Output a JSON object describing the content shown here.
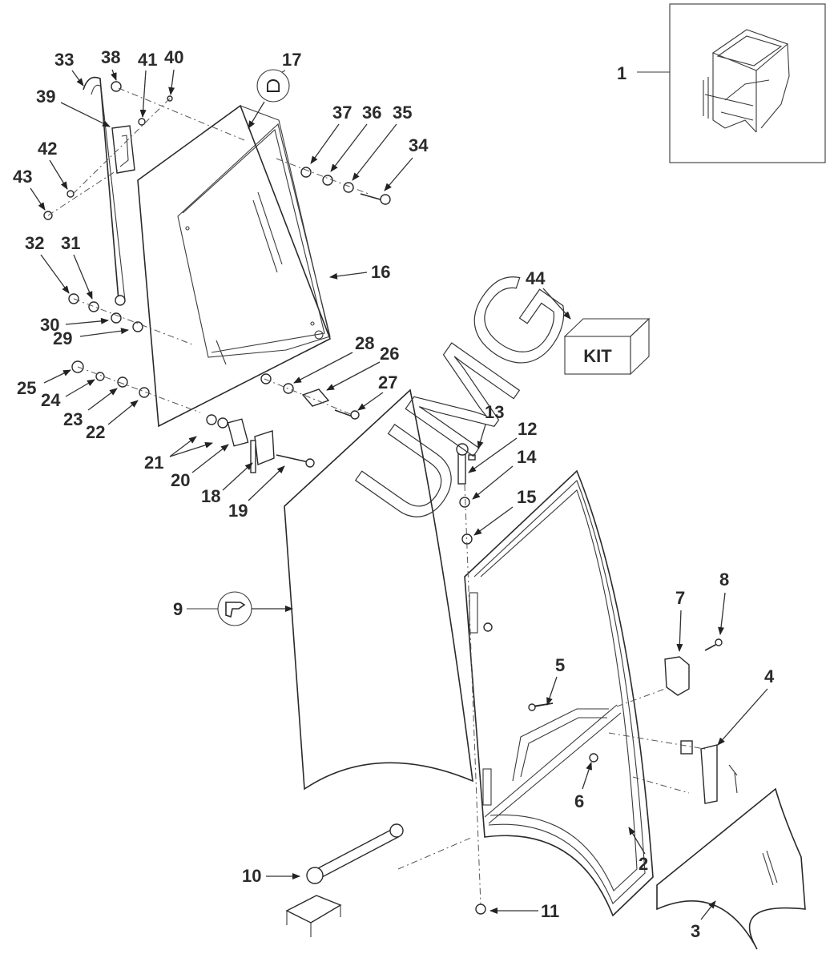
{
  "diagram": {
    "type": "exploded-parts-diagram",
    "subject": "cab door assembly",
    "watermark": "UMG",
    "kit_box_text": "KIT",
    "symbols": {
      "17": "sealant-symbol",
      "9": "sealant-gun-symbol"
    },
    "callouts": [
      {
        "id": "1",
        "text": "1"
      },
      {
        "id": "2",
        "text": "2"
      },
      {
        "id": "3",
        "text": "3"
      },
      {
        "id": "4",
        "text": "4"
      },
      {
        "id": "5",
        "text": "5"
      },
      {
        "id": "6",
        "text": "6"
      },
      {
        "id": "7",
        "text": "7"
      },
      {
        "id": "8",
        "text": "8"
      },
      {
        "id": "9",
        "text": "9"
      },
      {
        "id": "10",
        "text": "10"
      },
      {
        "id": "11",
        "text": "11"
      },
      {
        "id": "12",
        "text": "12"
      },
      {
        "id": "13",
        "text": "13"
      },
      {
        "id": "14",
        "text": "14"
      },
      {
        "id": "15",
        "text": "15"
      },
      {
        "id": "16",
        "text": "16"
      },
      {
        "id": "17",
        "text": "17"
      },
      {
        "id": "18",
        "text": "18"
      },
      {
        "id": "19",
        "text": "19"
      },
      {
        "id": "20",
        "text": "20"
      },
      {
        "id": "21",
        "text": "21"
      },
      {
        "id": "22",
        "text": "22"
      },
      {
        "id": "23",
        "text": "23"
      },
      {
        "id": "24",
        "text": "24"
      },
      {
        "id": "25",
        "text": "25"
      },
      {
        "id": "26",
        "text": "26"
      },
      {
        "id": "27",
        "text": "27"
      },
      {
        "id": "28",
        "text": "28"
      },
      {
        "id": "29",
        "text": "29"
      },
      {
        "id": "30",
        "text": "30"
      },
      {
        "id": "31",
        "text": "31"
      },
      {
        "id": "32",
        "text": "32"
      },
      {
        "id": "33",
        "text": "33"
      },
      {
        "id": "34",
        "text": "34"
      },
      {
        "id": "35",
        "text": "35"
      },
      {
        "id": "36",
        "text": "36"
      },
      {
        "id": "37",
        "text": "37"
      },
      {
        "id": "38",
        "text": "38"
      },
      {
        "id": "39",
        "text": "39"
      },
      {
        "id": "40",
        "text": "40"
      },
      {
        "id": "41",
        "text": "41"
      },
      {
        "id": "42",
        "text": "42"
      },
      {
        "id": "43",
        "text": "43"
      },
      {
        "id": "44",
        "text": "44"
      }
    ]
  }
}
